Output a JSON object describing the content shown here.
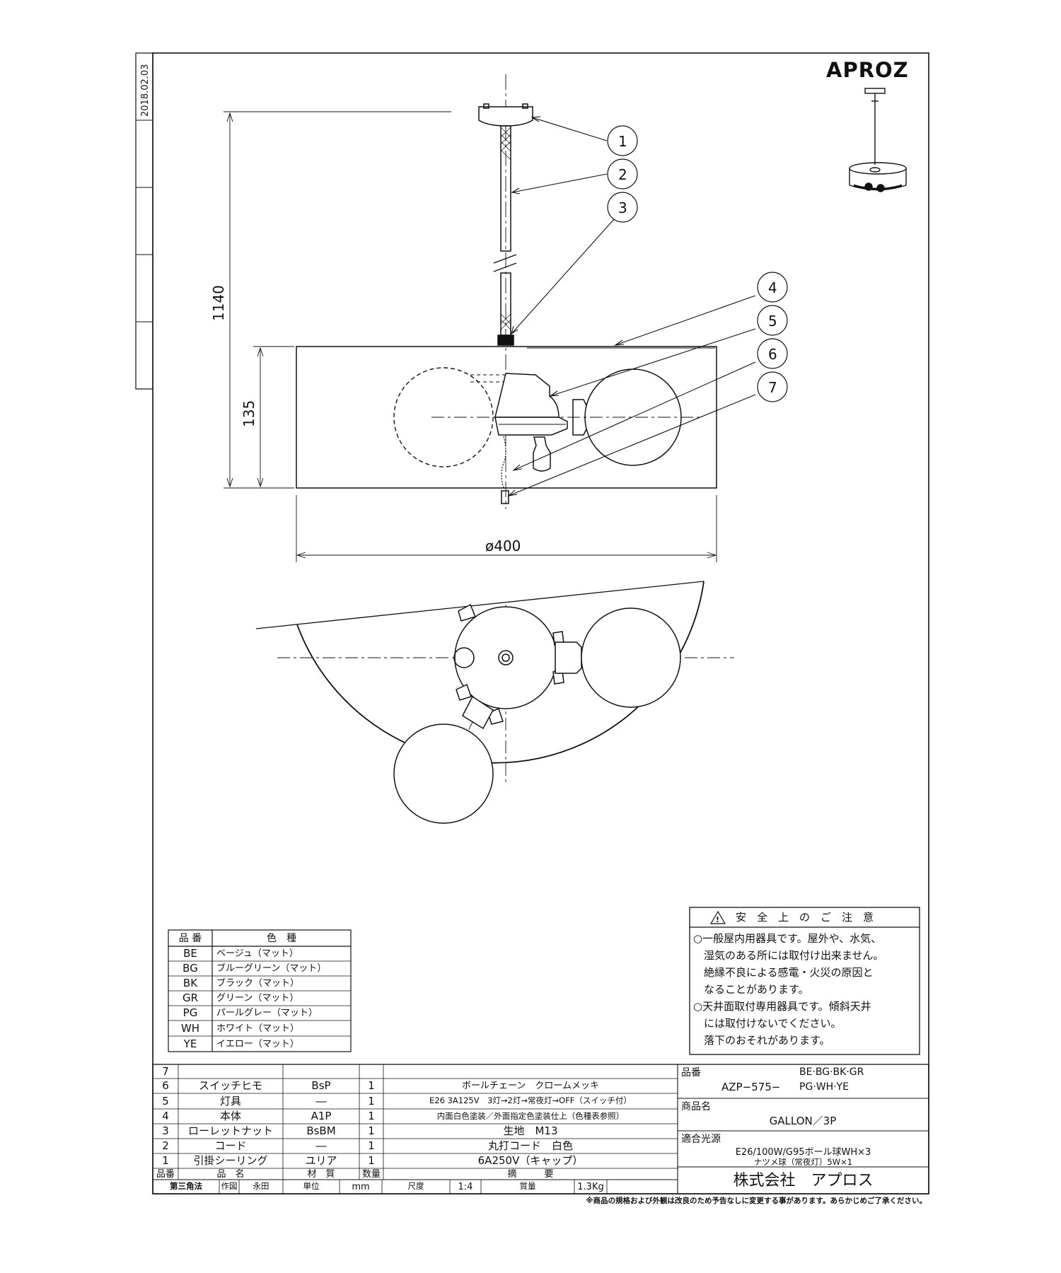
{
  "sidebar_date": "2018.02.03",
  "brand": "APROZ",
  "dimensions": {
    "height_total": "1140",
    "height_shade": "135",
    "diameter": "ø400"
  },
  "callouts": [
    "1",
    "2",
    "3",
    "4",
    "5",
    "6",
    "7"
  ],
  "color_table": {
    "header": [
      "品 番",
      "色　種"
    ],
    "rows": [
      [
        "BE",
        "ベージュ（マット）"
      ],
      [
        "BG",
        "ブルーグリーン（マット）"
      ],
      [
        "BK",
        "ブラック（マット）"
      ],
      [
        "GR",
        "グリーン（マット）"
      ],
      [
        "PG",
        "パールグレー（マット）"
      ],
      [
        "WH",
        "ホワイト（マット）"
      ],
      [
        "YE",
        "イエロー（マット）"
      ]
    ]
  },
  "safety": {
    "title": "安　全　上　の　ご　注　意",
    "lines": [
      "○一般屋内用器具です。屋外や、水気、",
      "　湿気のある所には取付け出来ません。",
      "　絶縁不良による感電・火災の原因と",
      "　なることがあります。",
      "○天井面取付専用器具です。傾斜天井",
      "　には取付けないでください。",
      "　落下のおそれがあります。"
    ]
  },
  "parts": {
    "rows": [
      [
        "7",
        "",
        "",
        "",
        ""
      ],
      [
        "6",
        "スイッチヒモ",
        "BsP",
        "1",
        "ボールチェーン　クロームメッキ"
      ],
      [
        "5",
        "灯具",
        "―",
        "1",
        "E26 3A125V　3灯→2灯→常夜灯→OFF（スイッチ付）"
      ],
      [
        "4",
        "本体",
        "A1P",
        "1",
        "内面白色塗装／外面指定色塗装仕上（色種表参照）"
      ],
      [
        "3",
        "ローレットナット",
        "BsBM",
        "1",
        "生地　M13"
      ],
      [
        "2",
        "コード",
        "―",
        "1",
        "丸打コード　白色"
      ],
      [
        "1",
        "引掛シーリング",
        "ユリア",
        "1",
        "6A250V（キャップ）"
      ]
    ],
    "header": [
      "品番",
      "品　名",
      "材　質",
      "数量",
      "摘　　　要"
    ]
  },
  "footer_row": {
    "projection": "第三角法",
    "drawn_label": "作図",
    "drawn_by": "永田",
    "unit_label": "単位",
    "unit": "mm",
    "scale_label": "尺度",
    "scale": "1:4",
    "mass_label": "質量",
    "mass": "1.3Kg"
  },
  "title_block": {
    "part_no_label": "品番",
    "part_no_prefix": "AZP−575−",
    "part_no_colors_1": "BE·BG·BK·GR",
    "part_no_colors_2": "PG·WH·YE",
    "product_name_label": "商品名",
    "product_name": "GALLON／3P",
    "light_source_label": "適合光源",
    "light_source_1": "E26/100W/G95ボール球WH×3",
    "light_source_2": "ナツメ球（常夜灯）5W×1",
    "company": "株式会社　アプロス"
  },
  "disclaimer": "※商品の規格および外観は改良のため予告なしに変更する事があります。あらかじめご了承ください。",
  "colors": {
    "ink": "#111111",
    "paper": "#ffffff"
  }
}
